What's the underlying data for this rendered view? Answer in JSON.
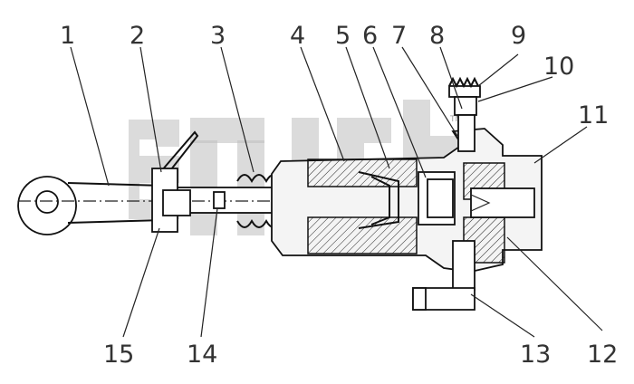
{
  "diagram": {
    "callouts": [
      "1",
      "2",
      "3",
      "4",
      "5",
      "6",
      "7",
      "8",
      "9",
      "10",
      "11",
      "12",
      "13",
      "14",
      "15"
    ],
    "watermark": {
      "text": "TM"
    }
  }
}
